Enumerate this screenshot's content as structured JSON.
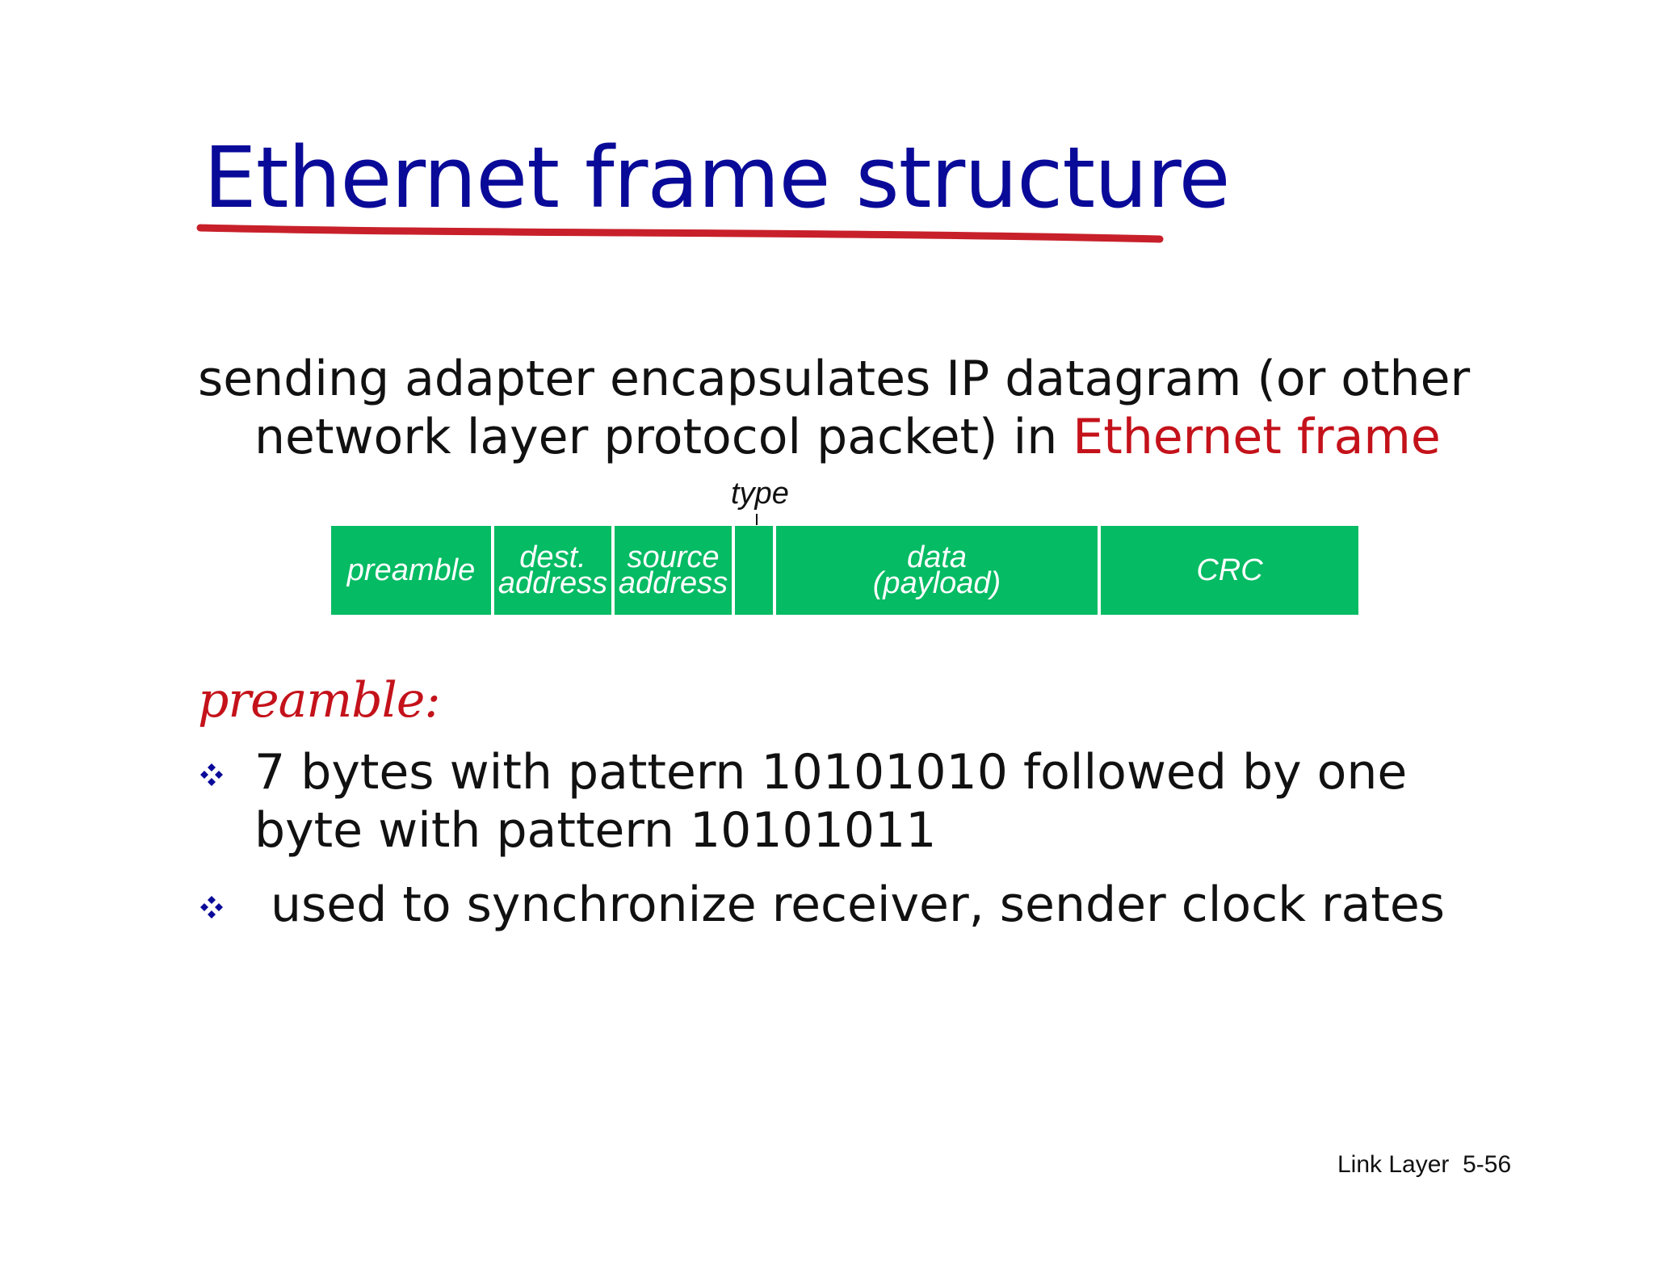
{
  "slide": {
    "title": "Ethernet frame structure",
    "intro": {
      "line1": "sending adapter encapsulates IP datagram (or other",
      "line2_prefix": "network layer protocol packet) in ",
      "line2_highlight": "Ethernet frame"
    },
    "diagram": {
      "type_label": "type",
      "fields": [
        {
          "line1": "preamble",
          "line2": ""
        },
        {
          "line1": "dest.",
          "line2": "address"
        },
        {
          "line1": "source",
          "line2": "address"
        },
        {
          "line1": "",
          "line2": ""
        },
        {
          "line1": "data",
          "line2": "(payload)"
        },
        {
          "line1": "CRC",
          "line2": ""
        }
      ],
      "field_color": "#05bb63"
    },
    "preamble_heading": "preamble:",
    "bullets": [
      "7 bytes with pattern 10101010 followed by one byte with pattern 10101011",
      "used to synchronize receiver, sender clock rates"
    ],
    "footer": "Link Layer  5-56",
    "colors": {
      "title": "#0a0a99",
      "underline": "#c8202a",
      "highlight": "#c4121b",
      "bullet_icon": "#0a0a99"
    },
    "icons": {
      "bullet": "four-diamond-icon"
    }
  }
}
